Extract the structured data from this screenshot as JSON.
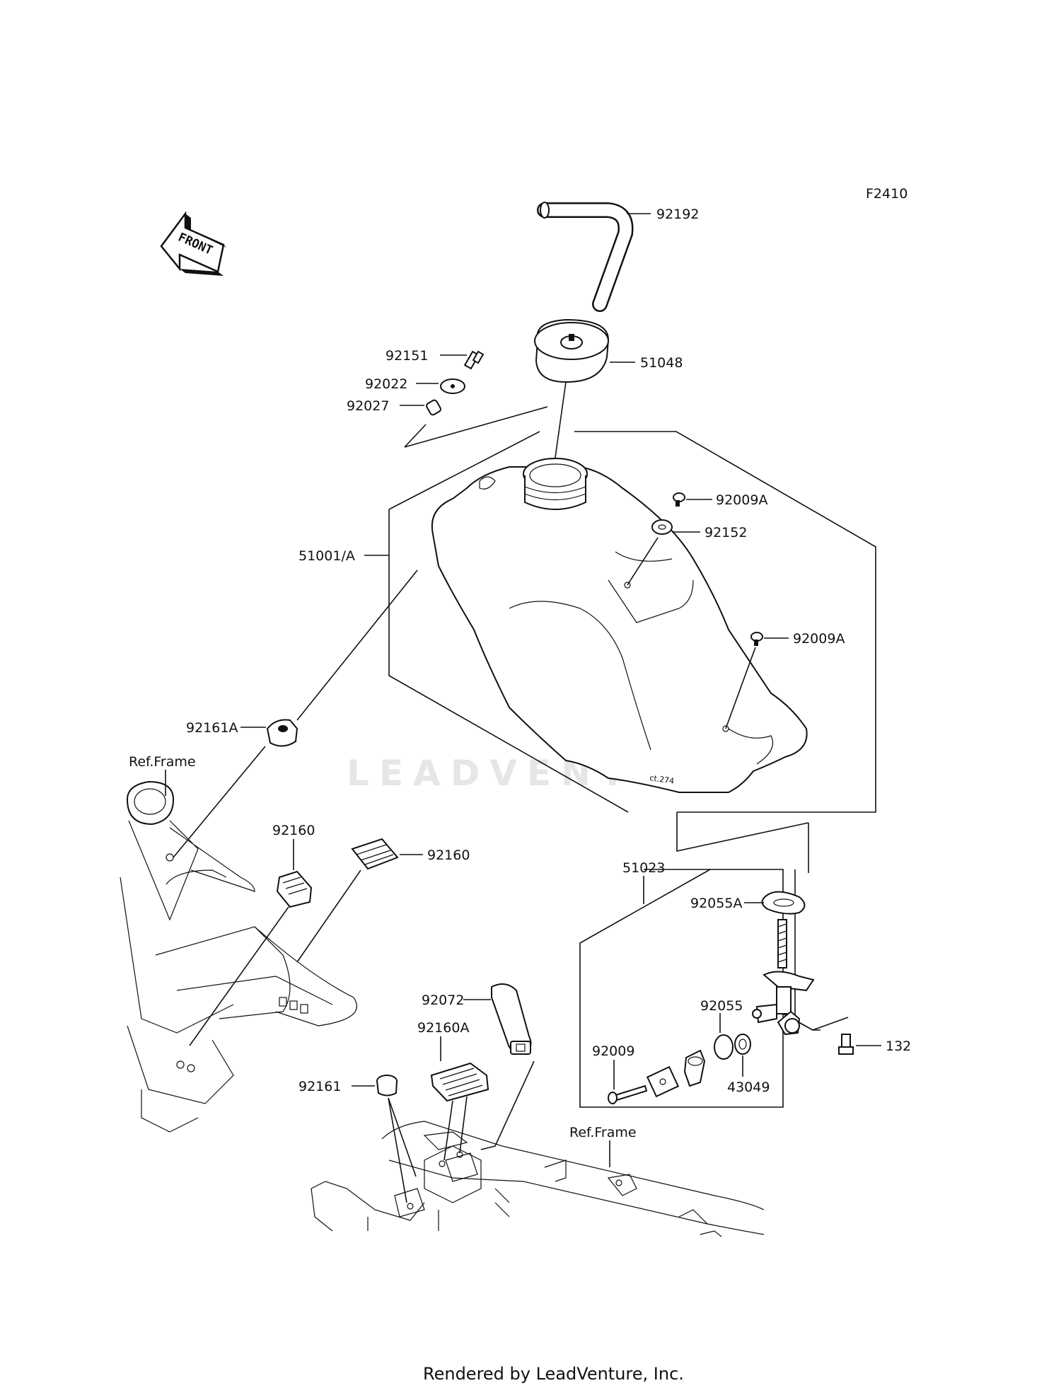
{
  "diagram_id": "F2410",
  "front_marker": "FRONT",
  "watermark": "LEADVENTURE",
  "footer": "Rendered by LeadVenture, Inc.",
  "ref_frame_top": "Ref.Frame",
  "ref_frame_bottom": "Ref.Frame",
  "parts": {
    "p92192": "92192",
    "p51048": "51048",
    "p92151": "92151",
    "p92022": "92022",
    "p92027": "92027",
    "p92009A_1": "92009A",
    "p92152": "92152",
    "p51001A": "51001/A",
    "p92009A_2": "92009A",
    "p92161A": "92161A",
    "p92160_1": "92160",
    "p92160_2": "92160",
    "p51023": "51023",
    "p92055A": "92055A",
    "p92055": "92055",
    "p92072": "92072",
    "p92160A": "92160A",
    "p132": "132",
    "p92009": "92009",
    "p43049": "43049",
    "p92161": "92161"
  }
}
